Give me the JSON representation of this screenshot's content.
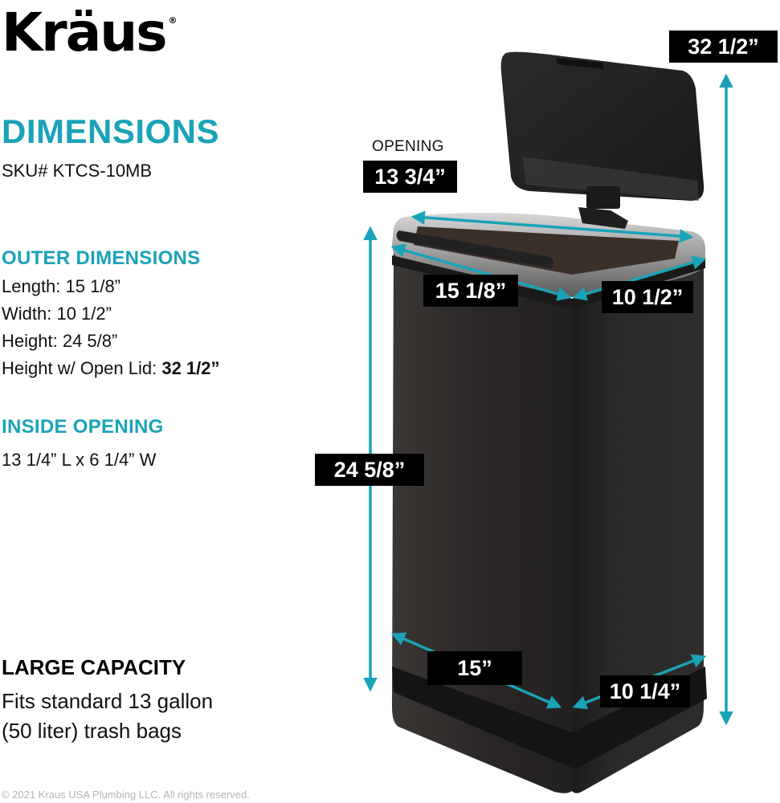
{
  "brand": {
    "logo_text": "Kräus",
    "registered_mark": "®"
  },
  "colors": {
    "accent_teal": "#1aa3b8",
    "label_bg": "#000000",
    "label_text": "#ffffff",
    "product_body": "#2b2827",
    "copyright_gray": "#b5b5b5"
  },
  "header": {
    "title": "DIMENSIONS",
    "sku": "SKU# KTCS-10MB"
  },
  "outer_dimensions": {
    "heading": "OUTER DIMENSIONS",
    "items": [
      {
        "label": "Length: ",
        "value": "15 1/8”"
      },
      {
        "label": "Width: ",
        "value": "10 1/2”"
      },
      {
        "label": "Height: ",
        "value": "24 5/8”"
      },
      {
        "label": "Height w/ Open Lid: ",
        "value": "32 1/2”"
      }
    ]
  },
  "inside_opening": {
    "heading": "INSIDE OPENING",
    "value": "13 1/4” L x 6 1/4” W"
  },
  "capacity": {
    "heading": "LARGE CAPACITY",
    "line1": "Fits standard 13 gallon",
    "line2": "(50 liter) trash bags"
  },
  "footer": {
    "copyright": "© 2021 Kraus USA Plumbing LLC. All rights reserved."
  },
  "diagram": {
    "opening_label": "OPENING",
    "dimensions": {
      "height_open_lid": "32 1/2”",
      "opening_diagonal": "13 3/4”",
      "top_length": "15 1/8”",
      "top_width": "10 1/2”",
      "body_height": "24 5/8”",
      "base_length": "15”",
      "base_width": "10 1/4”"
    }
  }
}
